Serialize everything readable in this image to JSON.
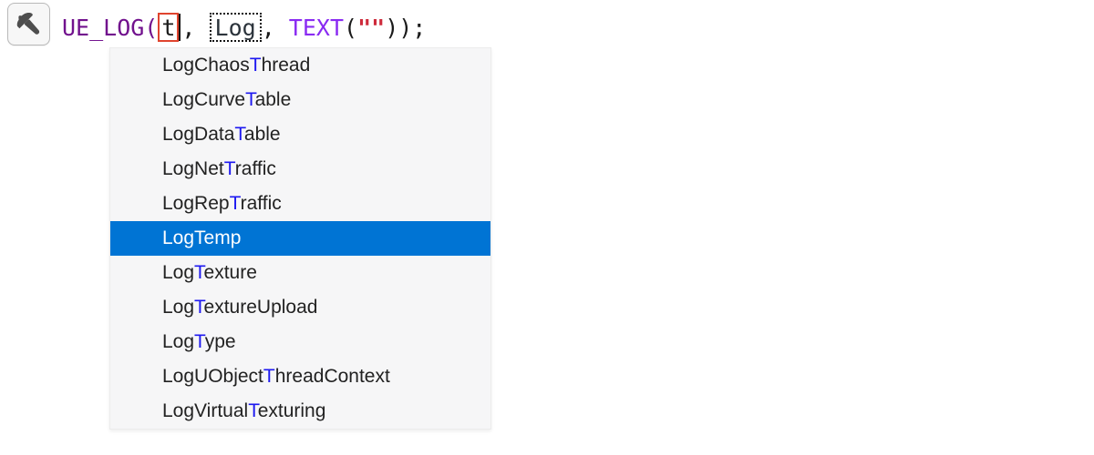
{
  "colors": {
    "selection_bg": "#0074d4",
    "match_blue": "#1d18f0",
    "macro_purple": "#71118d",
    "macro_violet": "#8a2bf2",
    "string_red": "#ce2b3c",
    "field_box_red": "#e0442e",
    "code_black": "#1a1a1a",
    "list_text": "#222222",
    "panel_bg": "#f6f6f7"
  },
  "quick_actions": {
    "icon": "hammer-icon"
  },
  "code": {
    "tokens": [
      {
        "text": "UE_LOG(",
        "type": "macro"
      },
      {
        "text": "t",
        "type": "active-field"
      },
      {
        "text": ", ",
        "type": "punct"
      },
      {
        "text": "Log",
        "type": "snippet-field"
      },
      {
        "text": ", ",
        "type": "punct"
      },
      {
        "text": "TEXT",
        "type": "macro-violet"
      },
      {
        "text": "(",
        "type": "punct"
      },
      {
        "text": "\"\"",
        "type": "string"
      },
      {
        "text": "));",
        "type": "punct"
      }
    ]
  },
  "autocomplete": {
    "selected_index": 5,
    "selected_label": "LogTemp",
    "items": [
      {
        "label": "LogChaosThread",
        "highlight_index": 8
      },
      {
        "label": "LogCurveTable",
        "highlight_index": 8
      },
      {
        "label": "LogDataTable",
        "highlight_index": 7
      },
      {
        "label": "LogNetTraffic",
        "highlight_index": 6
      },
      {
        "label": "LogRepTraffic",
        "highlight_index": 6
      },
      {
        "label": "LogTemp",
        "highlight_index": 3
      },
      {
        "label": "LogTexture",
        "highlight_index": 3
      },
      {
        "label": "LogTextureUpload",
        "highlight_index": 3
      },
      {
        "label": "LogType",
        "highlight_index": 3
      },
      {
        "label": "LogUObjectThreadContext",
        "highlight_index": 10
      },
      {
        "label": "LogVirtualTexturing",
        "highlight_index": 10
      }
    ]
  }
}
